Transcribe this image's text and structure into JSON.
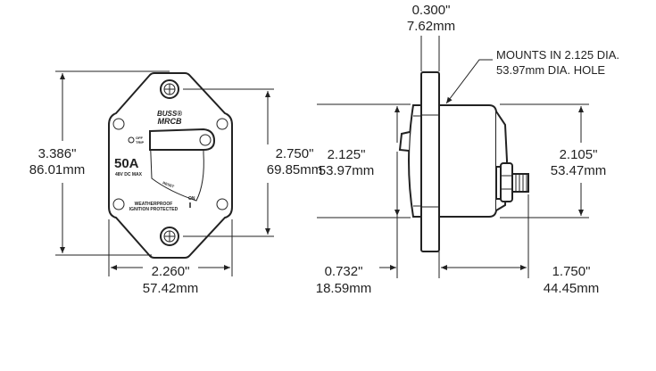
{
  "front_view": {
    "brand": "BUSS®",
    "model": "MRCB",
    "rating": "50A",
    "voltage": "48V DC MAX",
    "off_label": "OFF",
    "trip_label": "TRIP",
    "reset_label": "RESET",
    "on_label": "ON",
    "protection_line1": "WEATHERPROOF",
    "protection_line2": "IGNITION PROTECTED"
  },
  "dimensions": {
    "overall_height": {
      "in": "3.386\"",
      "mm": "86.01mm"
    },
    "mount_spacing": {
      "in": "2.750\"",
      "mm": "69.85mm"
    },
    "width": {
      "in": "2.260\"",
      "mm": "57.42mm"
    },
    "flange_thickness": {
      "in": "0.300\"",
      "mm": "7.62mm"
    },
    "front_diameter": {
      "in": "2.125\"",
      "mm": "53.97mm"
    },
    "body_diameter": {
      "in": "2.105\"",
      "mm": "53.47mm"
    },
    "front_depth": {
      "in": "0.732\"",
      "mm": "18.59mm"
    },
    "rear_depth": {
      "in": "1.750\"",
      "mm": "44.45mm"
    }
  },
  "note": {
    "line1": "MOUNTS IN 2.125 DIA.",
    "line2": "53.97mm DIA. HOLE"
  }
}
